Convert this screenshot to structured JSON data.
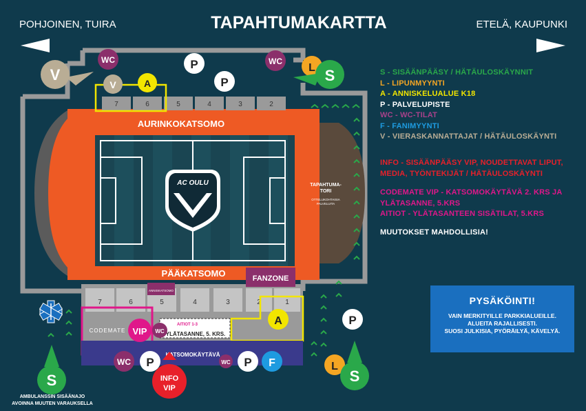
{
  "header": {
    "title": "TAPAHTUMAKARTTA",
    "left_direction": "POHJOINEN, TUIRA",
    "right_direction": "ETELÄ, KAUPUNKI"
  },
  "legend": [
    {
      "text": "S - SISÄÄNPÄÄSY / HÄTÄULOSKÄYNNIT",
      "color": "#2aa84a"
    },
    {
      "text": "L - LIPUNMYYNTI",
      "color": "#f5a623"
    },
    {
      "text": "A - ANNISKELUALUE K18",
      "color": "#f2e500"
    },
    {
      "text": "P - PALVELUPISTE",
      "color": "#ffffff"
    },
    {
      "text": "WC - WC-TILAT",
      "color": "#8b2f6b"
    },
    {
      "text": "F - FANIMYYNTI",
      "color": "#1e9be0"
    },
    {
      "text": "V - VIERASKANNATTAJAT / HÄTÄULOSKÄYNTI",
      "color": "#b9ad95"
    }
  ],
  "info_notes": {
    "line1": "INFO - SISÄÄNPÄÄSY VIP, NOUDETTAVAT LIPUT,",
    "line2": "MEDIA, TYÖNTEKIJÄT / HÄTÄULOSKÄYNTI",
    "line3": "CODEMATE VIP - KATSOMOKÄYTÄVÄ 2. KRS JA",
    "line4": "YLÄTASANNE, 5.KRS",
    "line5": "AITIOT - YLÄTASANTEEN SISÄTILAT, 5.KRS",
    "line6": "MUUTOKSET MAHDOLLISIA!",
    "colors": {
      "red": "#e8202a",
      "pink": "#e0178a",
      "white": "#ffffff"
    }
  },
  "parking": {
    "title": "PYSÄKÖINTI!",
    "line1": "VAIN MERKITYILLE PARKKIALUEILLE.",
    "line2": "ALUEITA RAJALLISESTI.",
    "line3": "SUOSI JULKISIA, PYÖRÄILYÄ, KÄVELYÄ.",
    "color": "#1a6fbf"
  },
  "stadium": {
    "north_stand": "AURINKOKATSOMO",
    "main_stand": "PÄÄKATSOMO",
    "top_sections": [
      "7",
      "6",
      "5",
      "4",
      "3",
      "2"
    ],
    "bottom_sections": [
      "7",
      "6",
      "5",
      "4",
      "3",
      "2",
      "1"
    ],
    "fanzone": "FANZONE",
    "tori_title_1": "TAPAHTUMA-",
    "tori_title_2": "TORI",
    "tori_sub_1": "OTTELUKOHTAISIA",
    "tori_sub_2": "PALVELUITA",
    "club_logo": "AC OULU",
    "aitiot": "AITIOT 1-3",
    "ylatasanne": "YLÄTASANNE, 5. KRS.",
    "katsomokaytava": "KATSOMOKÄYTÄVÄ",
    "codemate": "CODEMATE",
    "anniskelu_small": "ANNISKATSOMO",
    "ambulance_1": "AMBULANSSIN SISÄÄNAJO",
    "ambulance_2": "AVOINNA MUUTEN VARAUKSELLA"
  },
  "markers": {
    "S": "S",
    "L": "L",
    "A": "A",
    "P": "P",
    "WC": "WC",
    "F": "F",
    "V": "V",
    "VIP": "VIP",
    "INFO": "INFO",
    "INFO_VIP": "VIP"
  },
  "colors": {
    "background": "#0f3a4c",
    "stand_orange": "#ee5a24",
    "pitch": "#1d4f5c",
    "grey_stand": "#5b5b5b",
    "tori_brown": "#5a4a3c",
    "purple": "#8b2f6b",
    "blue_corridor": "#3a3a8c"
  }
}
